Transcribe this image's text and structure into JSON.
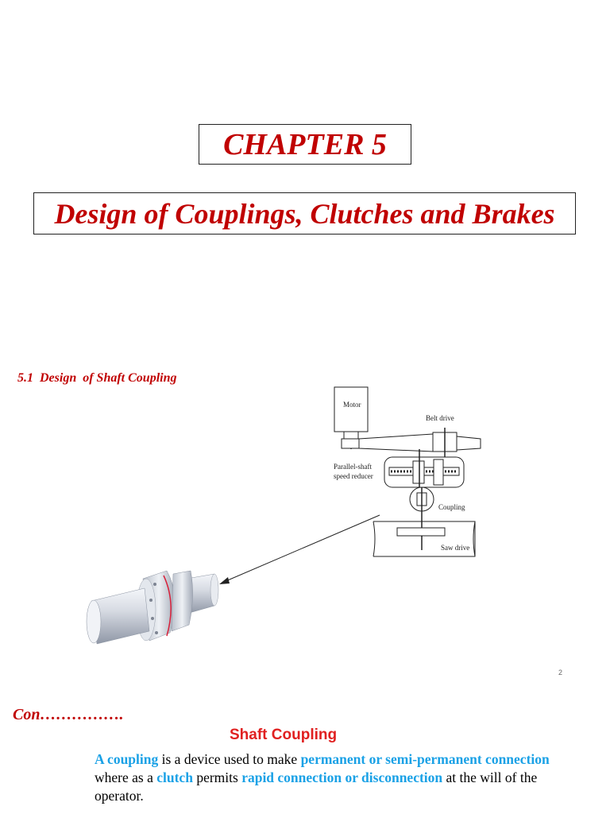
{
  "chapter": {
    "label": "CHAPTER 5"
  },
  "title": {
    "text": "Design of Couplings, Clutches and Brakes"
  },
  "section": {
    "heading": "5.1  Design  of Shaft Coupling"
  },
  "diagram": {
    "labels": {
      "motor": "Motor",
      "belt_drive": "Belt drive",
      "reducer_line1": "Parallel-shaft",
      "reducer_line2": "speed reducer",
      "coupling": "Coupling",
      "saw_drive": "Saw drive"
    }
  },
  "page_number": "2",
  "continuation": {
    "heading": "Con……………."
  },
  "shaft_coupling": {
    "title": "Shaft Coupling",
    "definition": {
      "p1": "A coupling",
      "p2": " is a device used to make ",
      "p3": "permanent or semi-permanent connection",
      "p4": " where as a ",
      "p5": "clutch",
      "p6": " permits ",
      "p7": "rapid connection or disconnection",
      "p8": " at the will of the operator."
    }
  },
  "colors": {
    "heading_red": "#c00000",
    "highlight_blue": "#1aa1e6"
  }
}
